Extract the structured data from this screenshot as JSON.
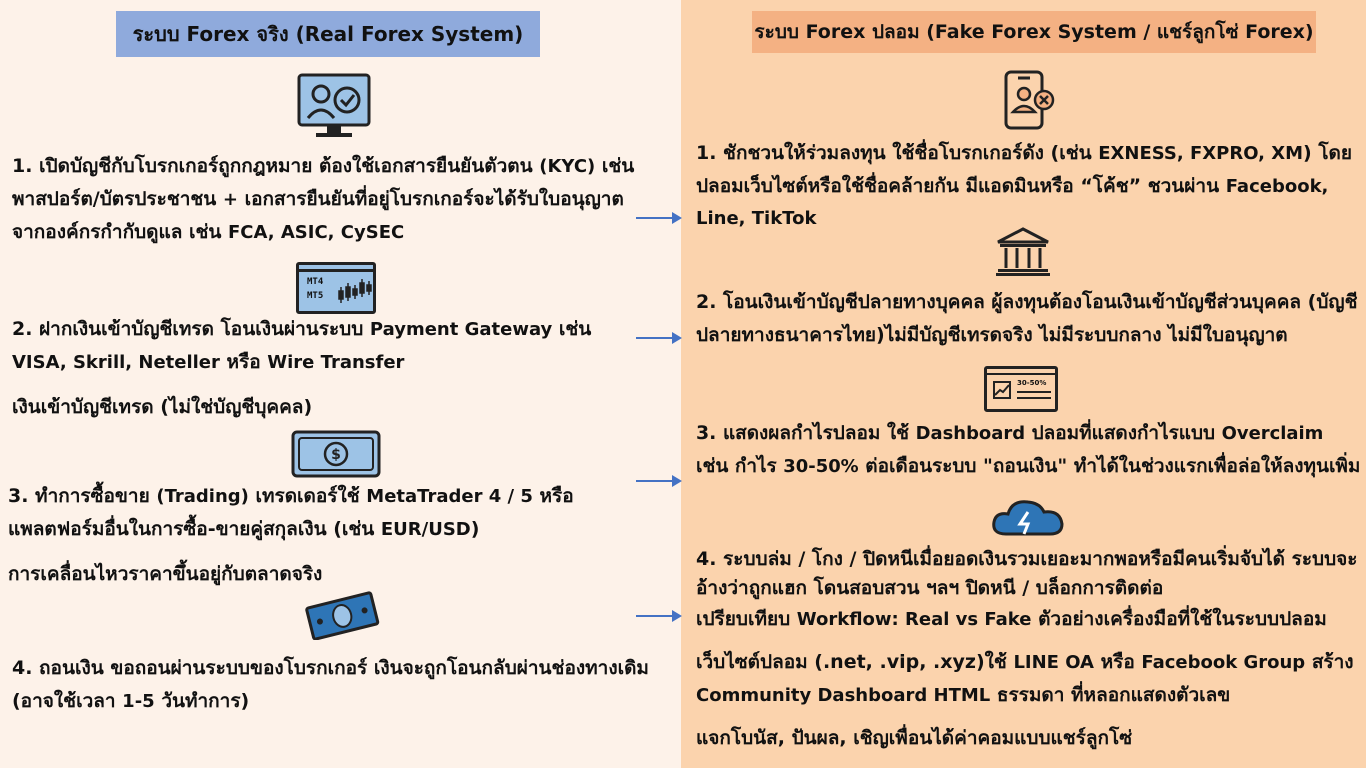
{
  "headers": {
    "left": "ระบบ Forex จริง (Real Forex System)",
    "right": "ระบบ Forex ปลอม (Fake Forex System / แชร์ลูกโซ่ Forex)"
  },
  "left": {
    "step1": {
      "line1_a": "1.  เปิดบัญชีกับโบรกเกอร์ถูกกฎหมาย ต้องใช้เอกสารยืนยันตัวตน ",
      "line1_b": "(KYC)",
      "line1_c": "  เช่น",
      "line2_a": "พาสปอร์ต/บัตรประชาชน ",
      "line2_b": "+",
      "line2_c": " เอกสารยืนยันที่อยู่โบรกเกอร์จะได้รับใบอนุญาต",
      "line3_a": "จากองค์กรกำกับดูแล เช่น ",
      "line3_b": "FCA, ASIC, CySEC"
    },
    "step2": {
      "line1_a": "2. ฝากเงินเข้าบัญชีเทรด โอนเงินผ่านระบบ ",
      "line1_b": "Payment Gateway",
      "line1_c": " เช่น",
      "line2_a": "VISA, Skrill, Neteller",
      "line2_b": " หรือ ",
      "line2_c": "Wire Transfer",
      "line3": "เงินเข้าบัญชีเทรด (ไม่ใช่บัญชีบุคคล)"
    },
    "step3": {
      "line1_a": "3. ทำการซื้อขาย ",
      "line1_b": "(Trading)",
      "line1_c": " เทรดเดอร์ใช้ ",
      "line1_d": "MetaTrader 4 / 5",
      "line1_e": " หรือ",
      "line2_a": "แพลตฟอร์มอื่นในการซื้อ-ขายคู่สกุลเงิน (เช่น ",
      "line2_b": "EUR/USD",
      "line2_c": ")",
      "line3": "การเคลื่อนไหวราคาขึ้นอยู่กับตลาดจริง"
    },
    "step4": {
      "line1": "4. ถอนเงิน ขอถอนผ่านระบบของโบรกเกอร์ เงินจะถูกโอนกลับผ่านช่องทางเดิม",
      "line2_a": "(อาจใช้เวลา ",
      "line2_b": "1-5",
      "line2_c": " วันทำการ)"
    },
    "mt_icon_text": [
      "MT4",
      "MT5"
    ]
  },
  "right": {
    "step1": {
      "line1_a": "1. ชักชวนให้ร่วมลงทุน ใช้ชื่อโบรกเกอร์ดัง (เช่น ",
      "line1_b": "EXNESS, FXPRO, XM",
      "line1_c": ") โดย",
      "line2_a": "ปลอมเว็บไซต์หรือใช้ชื่อคล้ายกัน มีแอดมินหรือ “โค้ช” ชวนผ่าน ",
      "line2_b": "Facebook,",
      "line3": "Line, TikTok"
    },
    "step2": {
      "line1": "2. โอนเงินเข้าบัญชีปลายทางบุคคล ผู้ลงทุนต้องโอนเงินเข้าบัญชีส่วนบุคคล (บัญชี",
      "line2": "ปลายทางธนาคารไทย)ไม่มีบัญชีเทรดจริง ไม่มีระบบกลาง ไม่มีใบอนุญาต"
    },
    "step3": {
      "line1_a": "3. แสดงผลกำไรปลอม ใช้ ",
      "line1_b": "Dashboard",
      "line1_c": " ปลอมที่แสดงกำไรแบบ ",
      "line1_d": "Overclaim",
      "line2_a": "เช่น กำไร ",
      "line2_b": "30-50%",
      "line2_c": " ต่อเดือนระบบ \"ถอนเงิน\" ทำได้ในช่วงแรกเพื่อล่อให้ลงทุนเพิ่ม"
    },
    "step4": {
      "line1": "4. ระบบล่ม / โกง / ปิดหนีเมื่อยอดเงินรวมเยอะมากพอหรือมีคนเริ่มจับได้ ระบบจะ",
      "line2": "อ้างว่าถูกแฮก โดนสอบสวน ฯลฯ ปิดหนี / บล็อกการติดต่อ",
      "line3_a": "เปรียบเทียบ ",
      "line3_b": "Workflow: Real vs Fake",
      "line3_c": " ตัวอย่างเครื่องมือที่ใช้ในระบบปลอม",
      "line4_a": "เว็บไซต์ปลอม (.net, .vip, .xyz)ใช้ ",
      "line4_b": "LINE OA",
      "line4_c": " หรือ ",
      "line4_d": "Facebook Group",
      "line4_e": " สร้าง",
      "line5_a": "Community Dashboard HTML",
      "line5_b": " ธรรมดา ที่หลอกแสดงตัวเลข",
      "line6": "แจกโบนัส, ปันผล, เชิญเพื่อนได้ค่าคอมแบบแชร์ลูกโซ่"
    },
    "dash_icon_text": "30-50%"
  },
  "colors": {
    "left_bg": "#fdf2e9",
    "right_bg": "#fbd3ad",
    "left_header": "#8faadc",
    "right_header": "#f4b183",
    "arrow": "#4472c4",
    "icon_blue": "#9dc3e6"
  },
  "icons": [
    "kyc-monitor-icon",
    "trading-platform-icon",
    "dollar-bill-icon",
    "cash-bill-icon",
    "fake-phone-icon",
    "bank-icon",
    "dashboard-icon",
    "cloud-lightning-icon",
    "arrow-right-icon"
  ]
}
